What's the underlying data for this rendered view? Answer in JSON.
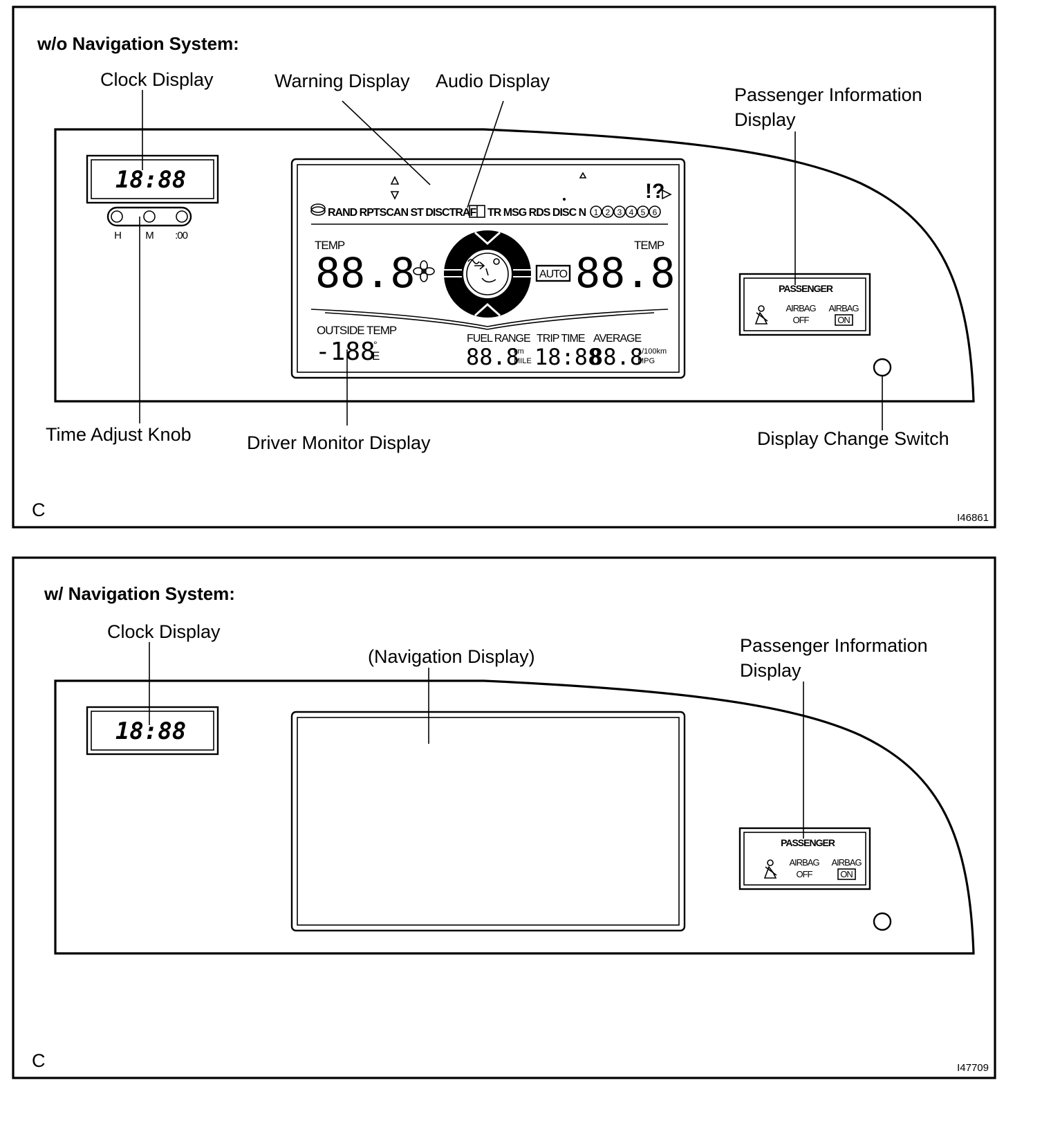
{
  "panel_without_nav": {
    "header": "w/o Navigation System:",
    "labels": {
      "clock_display": "Clock Display",
      "warning_display": "Warning Display",
      "audio_display": "Audio Display",
      "passenger_info_line1": "Passenger Information",
      "passenger_info_line2": "Display",
      "time_adjust_knob": "Time Adjust Knob",
      "driver_monitor_display": "Driver Monitor Display",
      "display_change_switch": "Display Change Switch"
    },
    "clock_readout": "18:88",
    "knob_labels": [
      "H",
      "M",
      ":00"
    ],
    "audio_row": "RAND RPTSCAN ST  DISCTRAF",
    "audio_row_2": "TR  MSG  RDS  DISC N",
    "disc_numbers": [
      "1",
      "2",
      "3",
      "4",
      "5",
      "6"
    ],
    "warning_symbol": "!?",
    "temp_left_label": "TEMP",
    "temp_left_value": "88.8",
    "temp_right_label": "TEMP",
    "temp_right_value": "88.8",
    "auto_label": "AUTO",
    "outside_temp_label": "OUTSIDE TEMP",
    "outside_temp_value": "-188",
    "outside_temp_unit_top": "°",
    "outside_temp_unit_bottom": "E",
    "fuel_range_label": "FUEL RANGE",
    "fuel_range_value": "88.8",
    "fuel_unit_top": "km",
    "fuel_unit_bottom": "MILE",
    "trip_time_label": "TRIP TIME",
    "trip_time_value": "18:88",
    "average_label": "AVERAGE",
    "average_value": "88.8",
    "average_unit_top": "1/100km",
    "average_unit_bottom": "MPG",
    "passenger_box": {
      "title": "PASSENGER",
      "airbag_off_1": "AIRBAG",
      "airbag_off_2": "OFF",
      "airbag_on_1": "AIRBAG",
      "airbag_on_2": "ON"
    },
    "corner_letter": "C",
    "figure_id": "I46861"
  },
  "panel_with_nav": {
    "header": "w/ Navigation System:",
    "labels": {
      "clock_display": "Clock Display",
      "navigation_display": "(Navigation Display)",
      "passenger_info_line1": "Passenger Information",
      "passenger_info_line2": "Display"
    },
    "clock_readout": "18:88",
    "passenger_box": {
      "title": "PASSENGER",
      "airbag_off_1": "AIRBAG",
      "airbag_off_2": "OFF",
      "airbag_on_1": "AIRBAG",
      "airbag_on_2": "ON"
    },
    "corner_letter": "C",
    "figure_id": "I47709"
  }
}
